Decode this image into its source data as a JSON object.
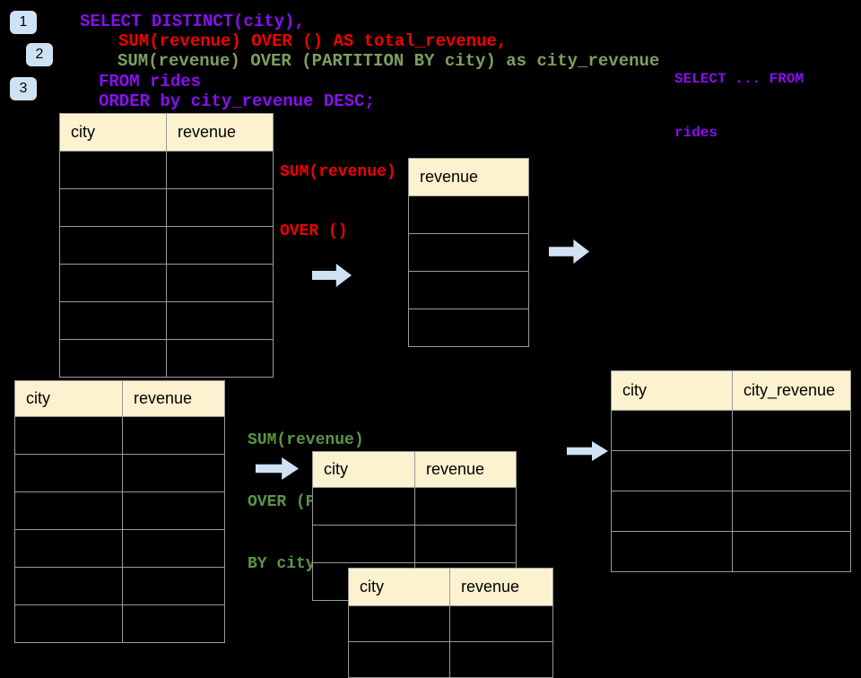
{
  "colors": {
    "purple": "#8810ee",
    "red": "#f20000",
    "green_code": "#7da05f",
    "green_annot": "#5a9646",
    "header_fill": "#fdf2d0",
    "arrow_blue": "#cfe2f3",
    "table_border": "#9a9a9a",
    "background": "#000000"
  },
  "badges": [
    {
      "label": "1"
    },
    {
      "label": "2"
    },
    {
      "label": "3"
    }
  ],
  "sql_code": {
    "lines": [
      {
        "text": "SELECT DISTINCT(city),",
        "color": "purple"
      },
      {
        "text": "SUM(revenue) OVER () AS total_revenue,",
        "color": "red"
      },
      {
        "text": "SUM(revenue) OVER (PARTITION BY city) as city_revenue",
        "color": "green"
      },
      {
        "text": "FROM rides",
        "color": "purple"
      },
      {
        "text": "ORDER by city_revenue DESC;",
        "color": "purple"
      }
    ]
  },
  "side_note": {
    "line1": "SELECT ... FROM",
    "line2": "rides"
  },
  "annotations": {
    "total": {
      "line1": "SUM(revenue)",
      "line2": "OVER ()"
    },
    "partition": {
      "line1": "SUM(revenue)",
      "line2": "OVER (PARTITION",
      "line3": "BY city)"
    }
  },
  "tables": {
    "source_top": {
      "columns": [
        "city",
        "revenue"
      ],
      "empty_rows": 6
    },
    "total_result": {
      "columns": [
        "revenue"
      ],
      "empty_rows": 4
    },
    "source_bottom": {
      "columns": [
        "city",
        "revenue"
      ],
      "empty_rows": 6
    },
    "partition_first": {
      "columns": [
        "city",
        "revenue"
      ],
      "empty_rows": 3
    },
    "partition_second": {
      "columns": [
        "city",
        "revenue"
      ],
      "empty_rows": 2
    },
    "partition_result": {
      "columns": [
        "city",
        "city_revenue"
      ],
      "empty_rows": 4
    }
  },
  "icons": {
    "arrow_right": "block-arrow-right"
  }
}
